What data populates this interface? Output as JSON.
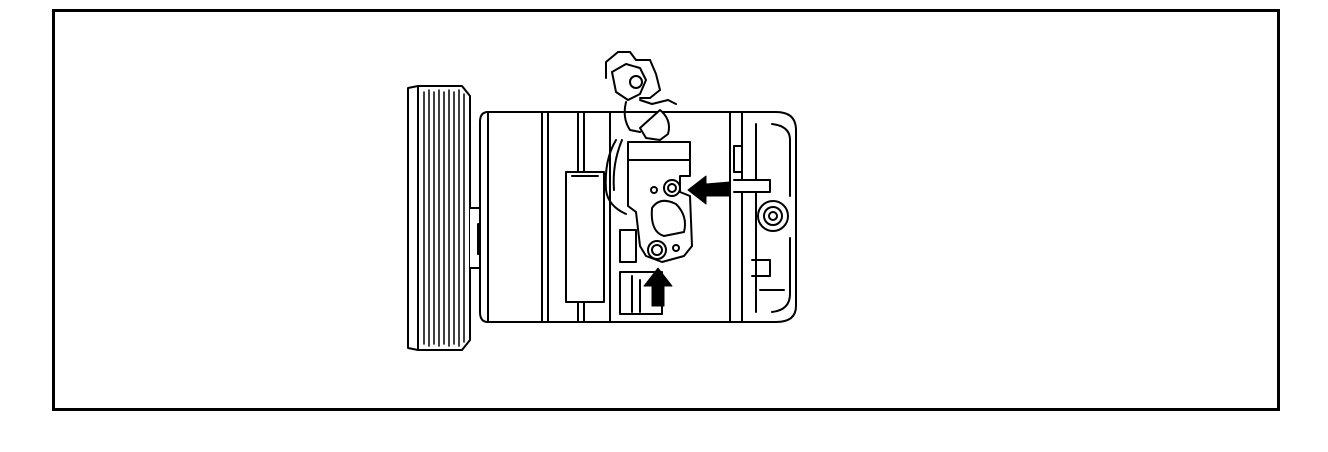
{
  "figure": {
    "subject": "compressor-illustration",
    "line_color": "#000000",
    "fill_color": "#ffffff",
    "arrow_color": "#000000",
    "callouts": [
      {
        "name": "upper-bolt-arrow",
        "direction": "left"
      },
      {
        "name": "lower-bolt-arrow",
        "direction": "up"
      }
    ]
  }
}
